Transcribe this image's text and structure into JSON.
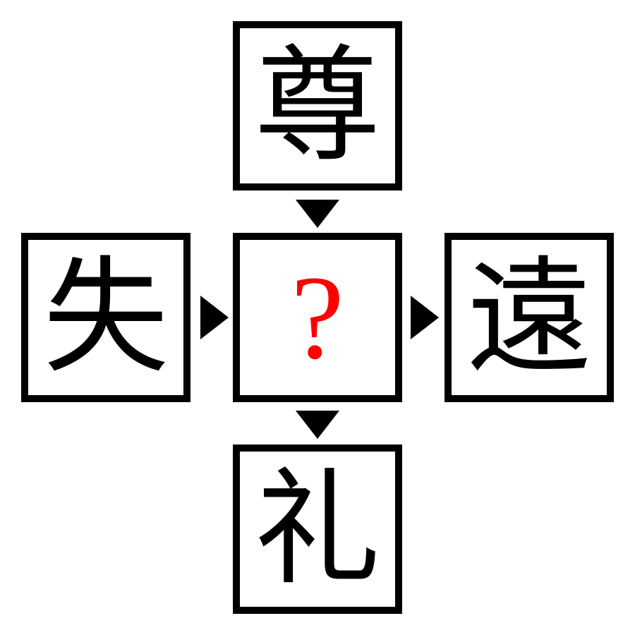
{
  "puzzle": {
    "top_kanji": "尊",
    "left_kanji": "失",
    "center_mark": "?",
    "right_kanji": "遠",
    "bottom_kanji": "礼"
  },
  "colors": {
    "border": "#000000",
    "background": "#ffffff",
    "question_mark": "#ff0000"
  },
  "icons": {
    "vertical_arrow": "triangle-down",
    "horizontal_arrow": "triangle-right"
  }
}
